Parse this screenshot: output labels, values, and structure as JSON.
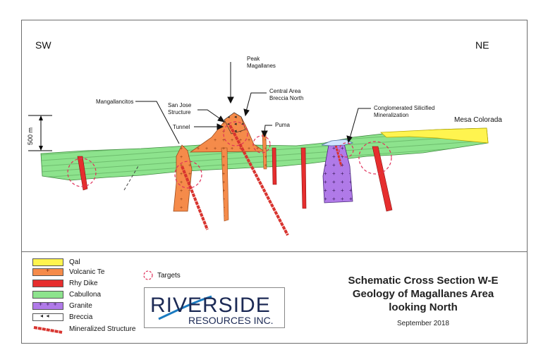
{
  "directions": {
    "left": "SW",
    "right": "NE"
  },
  "scale": {
    "label": "500 m"
  },
  "labels": {
    "peak": [
      "Peak",
      "Magallanes"
    ],
    "central": [
      "Central Area",
      "Breccia North"
    ],
    "mangallancitos": "Mangallancitos",
    "sanjose": [
      "San Jose",
      "Structure"
    ],
    "tunnel": "Tunnel",
    "puma": "Puma",
    "conglomerated": [
      "Conglomerated Silicified",
      "Mineralization"
    ],
    "mesa": "Mesa Colorada"
  },
  "legend": {
    "items": [
      {
        "label": "Qal",
        "color": "#fff44f"
      },
      {
        "label": "Volcanic Te",
        "color": "#f58b4a"
      },
      {
        "label": "Rhy Dike",
        "color": "#e62e2e"
      },
      {
        "label": "Cabullona",
        "color": "#8de38d"
      },
      {
        "label": "Granite",
        "color": "#b07ae8"
      },
      {
        "label": "Breccia",
        "color": "#ffffff"
      },
      {
        "label": "Mineralized Structure",
        "color": "#e23a3a"
      }
    ],
    "targets_label": "Targets"
  },
  "logo": {
    "main": "RIVERSIDE",
    "sub": "RESOURCES INC."
  },
  "title": {
    "line1": "Schematic   Cross Section W-E",
    "line2": "Geology of Magallanes Area",
    "line3": "looking North",
    "date": "September 2018"
  },
  "colors": {
    "cabullona": "#8de38d",
    "volcanic": "#f58b4a",
    "dike": "#e62e2e",
    "qal": "#fff44f",
    "granite": "#b07ae8",
    "target": "#e0305a"
  }
}
